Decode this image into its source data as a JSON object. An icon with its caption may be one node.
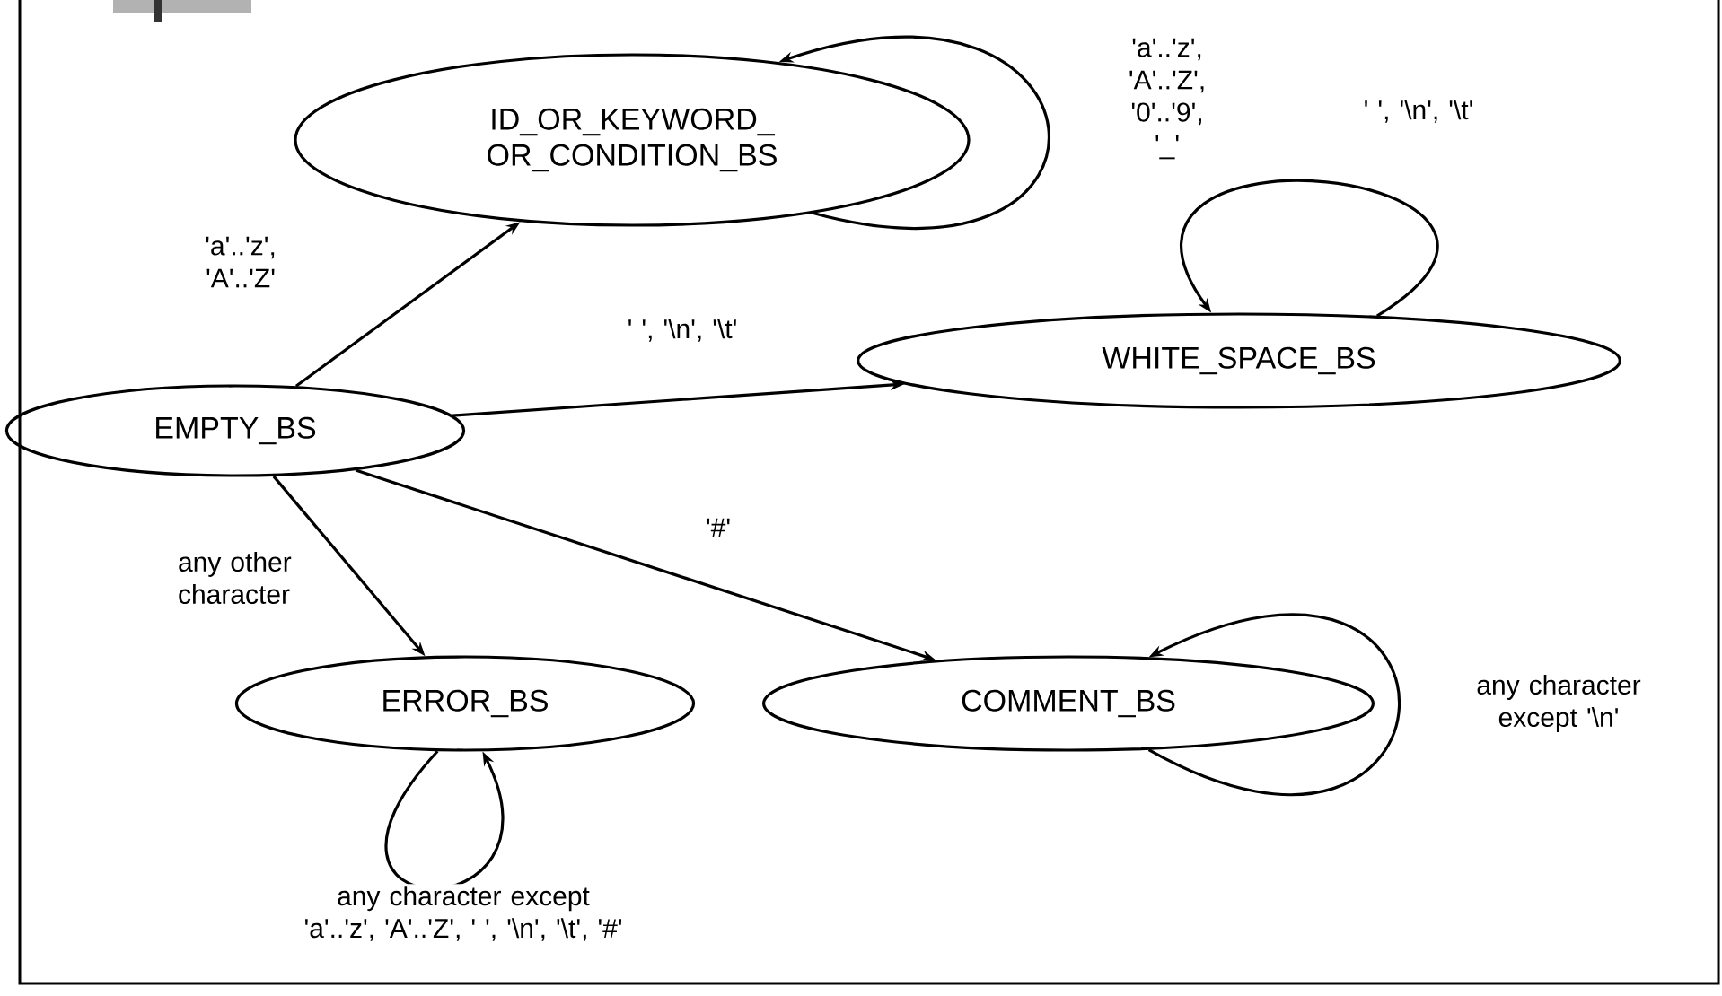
{
  "diagram": {
    "nodes": [
      {
        "text": [
          "ID_OR_KEYWORD_ OR_CONDITION_BS"
        ]
      },
      {
        "text": [
          "WHITE_SPACE_BS"
        ]
      },
      {
        "text": [
          "EMPTY_BS"
        ]
      },
      {
        "text": [
          "ERROR_BS"
        ]
      },
      {
        "text": [
          "COMMENT_BS"
        ]
      }
    ],
    "edges": [
      {
        "from": 2,
        "to": 0,
        "arrow": "to",
        "label": "'a'..'z', 'A'..'Z'"
      },
      {
        "from": 2,
        "to": 1,
        "arrow": "to",
        "label": "' ', '\\n', '\\t'"
      },
      {
        "from": 2,
        "to": 3,
        "arrow": "to",
        "label": "any other character"
      },
      {
        "from": 2,
        "to": 4,
        "arrow": "to",
        "label": "'#'"
      },
      {
        "from": 0,
        "to": 0,
        "arrow": "to",
        "label": "'a'..'z', 'A'..'Z', '0'..'9', '_'"
      },
      {
        "from": 1,
        "to": 1,
        "arrow": "to",
        "label": "' ', '\\n', '\\t'"
      },
      {
        "from": 4,
        "to": 4,
        "arrow": "to",
        "label": "any character except '\\n'"
      },
      {
        "from": 3,
        "to": 3,
        "arrow": "to",
        "label": "any character except 'a'..'z', 'A'..'Z', ' ', '\\n', '\\t', '#'"
      }
    ]
  }
}
